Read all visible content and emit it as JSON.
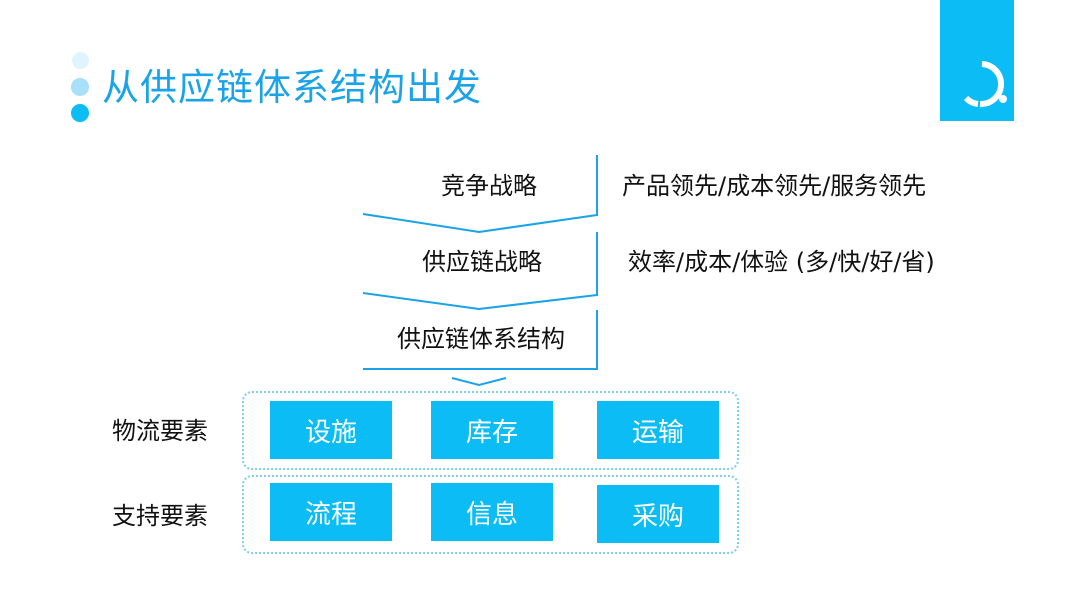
{
  "header": {
    "title": "从供应链体系结构出发",
    "accent_color": "#1aa3e8",
    "brand_color": "#0bbcf5",
    "brand_icon": "ring-dot-logo-icon"
  },
  "funnel": {
    "stages": [
      {
        "label": "竞争战略",
        "description": "产品领先/成本领先/服务领先"
      },
      {
        "label": "供应链战略",
        "description": "效率/成本/体验 (多/快/好/省)"
      },
      {
        "label": "供应链体系结构",
        "description": ""
      }
    ],
    "line_color": "#1aa3e8"
  },
  "element_groups": [
    {
      "label": "物流要素",
      "items": [
        "设施",
        "库存",
        "运输"
      ]
    },
    {
      "label": "支持要素",
      "items": [
        "流程",
        "信息",
        "采购"
      ]
    }
  ],
  "element_color": "#0bbcf5",
  "group_border_color": "#7ccfee"
}
